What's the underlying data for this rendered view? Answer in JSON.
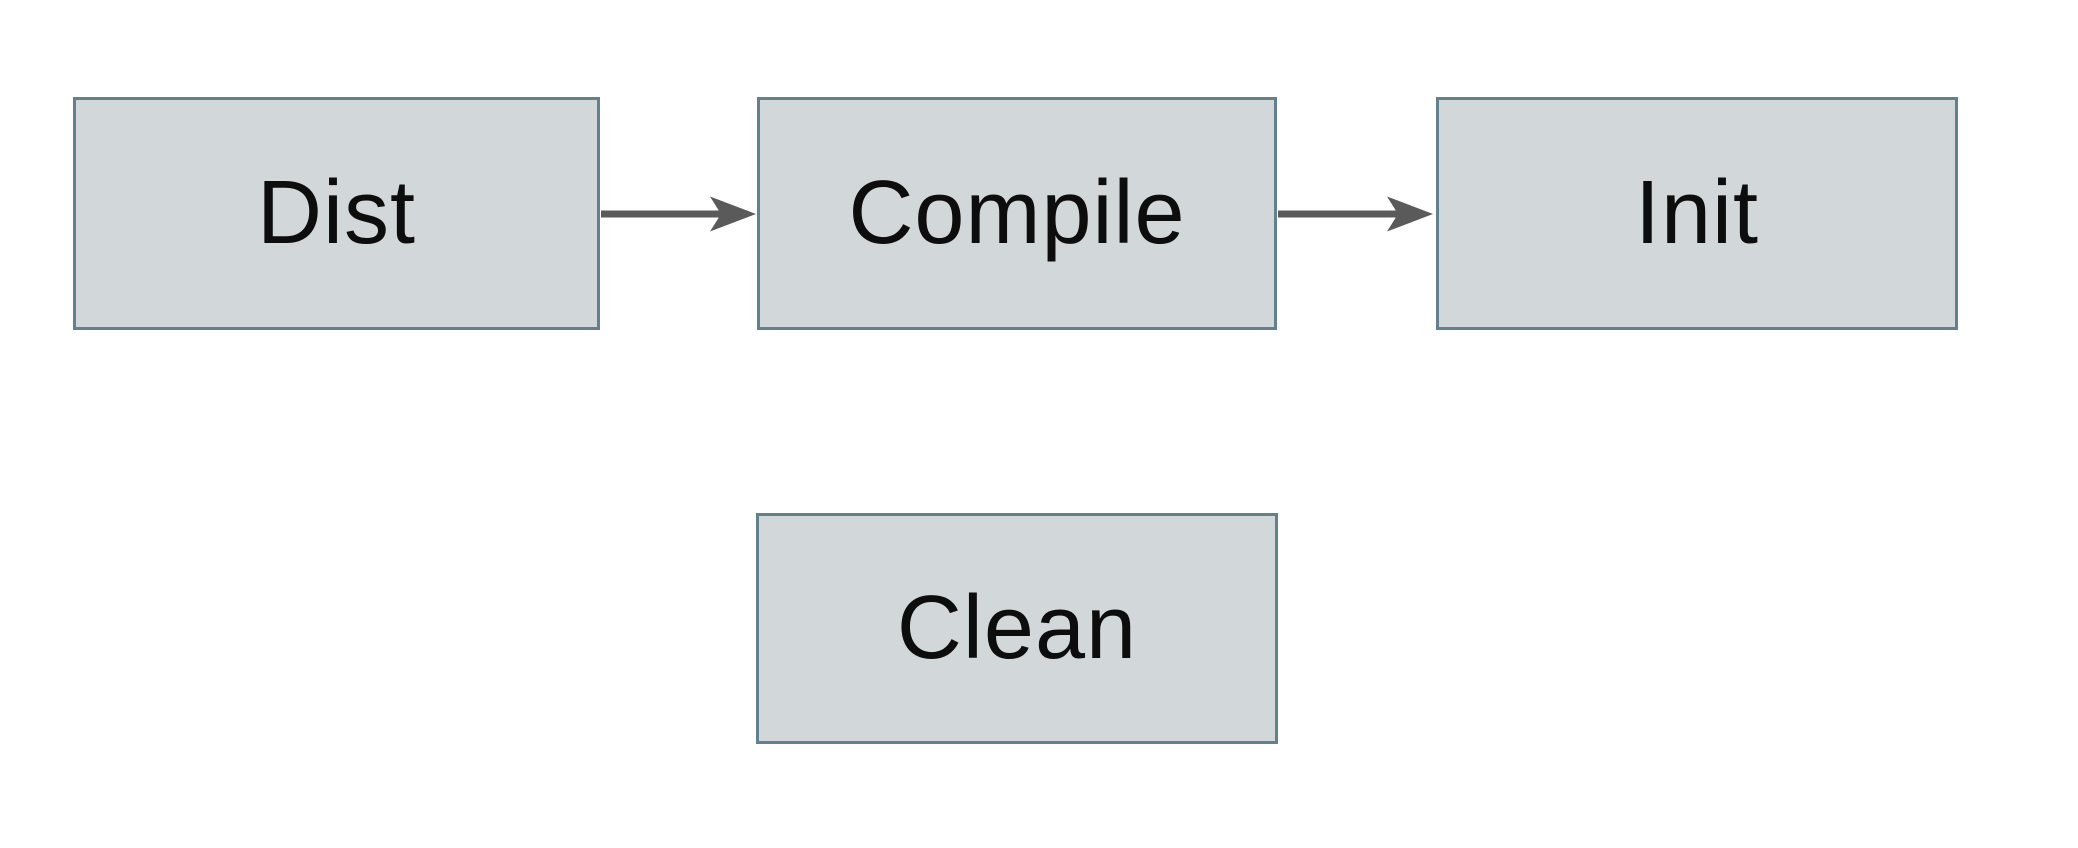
{
  "diagram": {
    "nodes": [
      {
        "id": "dist",
        "label": "Dist"
      },
      {
        "id": "compile",
        "label": "Compile"
      },
      {
        "id": "init",
        "label": "Init"
      },
      {
        "id": "clean",
        "label": "Clean"
      }
    ],
    "edges": [
      {
        "from": "dist",
        "to": "compile",
        "direction": "right"
      },
      {
        "from": "compile",
        "to": "init",
        "direction": "right"
      }
    ]
  },
  "icons": {
    "arrowhead": "right-arrowhead"
  },
  "colors": {
    "box_fill": "#d2d7d9",
    "box_border": "#62808d",
    "arrow": "#5a5a5a",
    "text": "#0d0d0d",
    "background": "#ffffff"
  }
}
